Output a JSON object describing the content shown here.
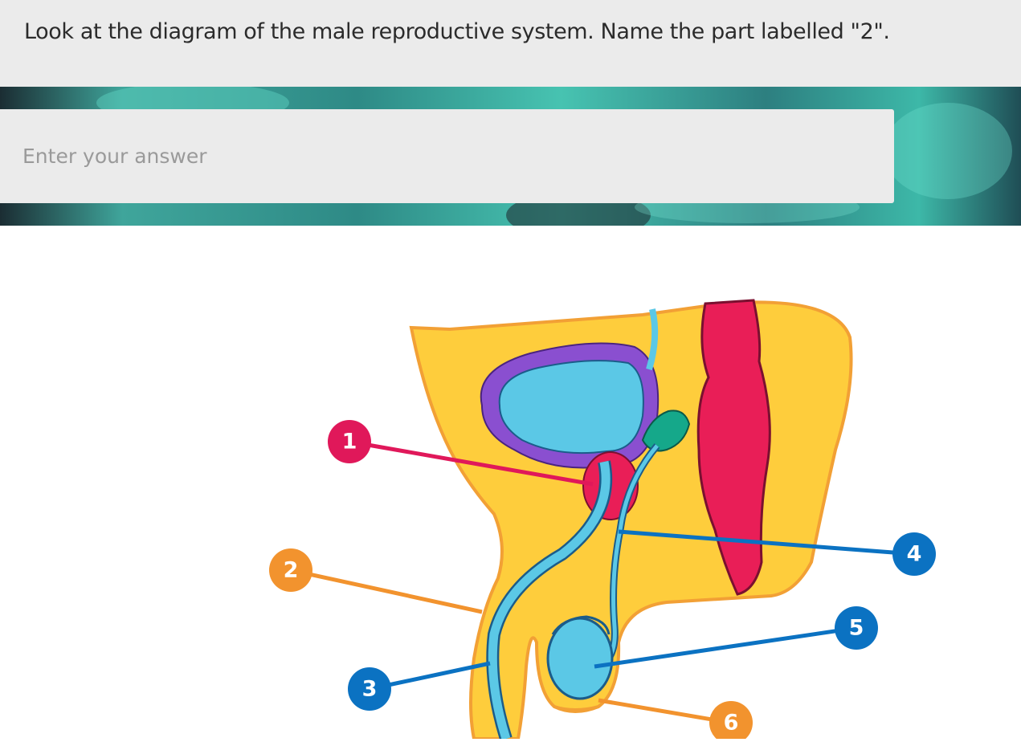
{
  "question": {
    "text": "Look at the diagram of the male reproductive system. Name the part labelled \"2\"."
  },
  "answer": {
    "placeholder": "Enter your answer",
    "value": ""
  },
  "diagram": {
    "labels": [
      "1",
      "2",
      "3",
      "4",
      "5",
      "6"
    ]
  },
  "colors": {
    "body_yellow": "#fecd3c",
    "outline_orange": "#f2a035",
    "bladder_purple": "#8a4fd0",
    "organ_blue": "#5bc8e6",
    "rectum_red": "#e91e57",
    "label_red": "#e0185a",
    "label_orange": "#f2932e",
    "label_blue": "#0b72c2",
    "gland_green": "#15a88a"
  }
}
